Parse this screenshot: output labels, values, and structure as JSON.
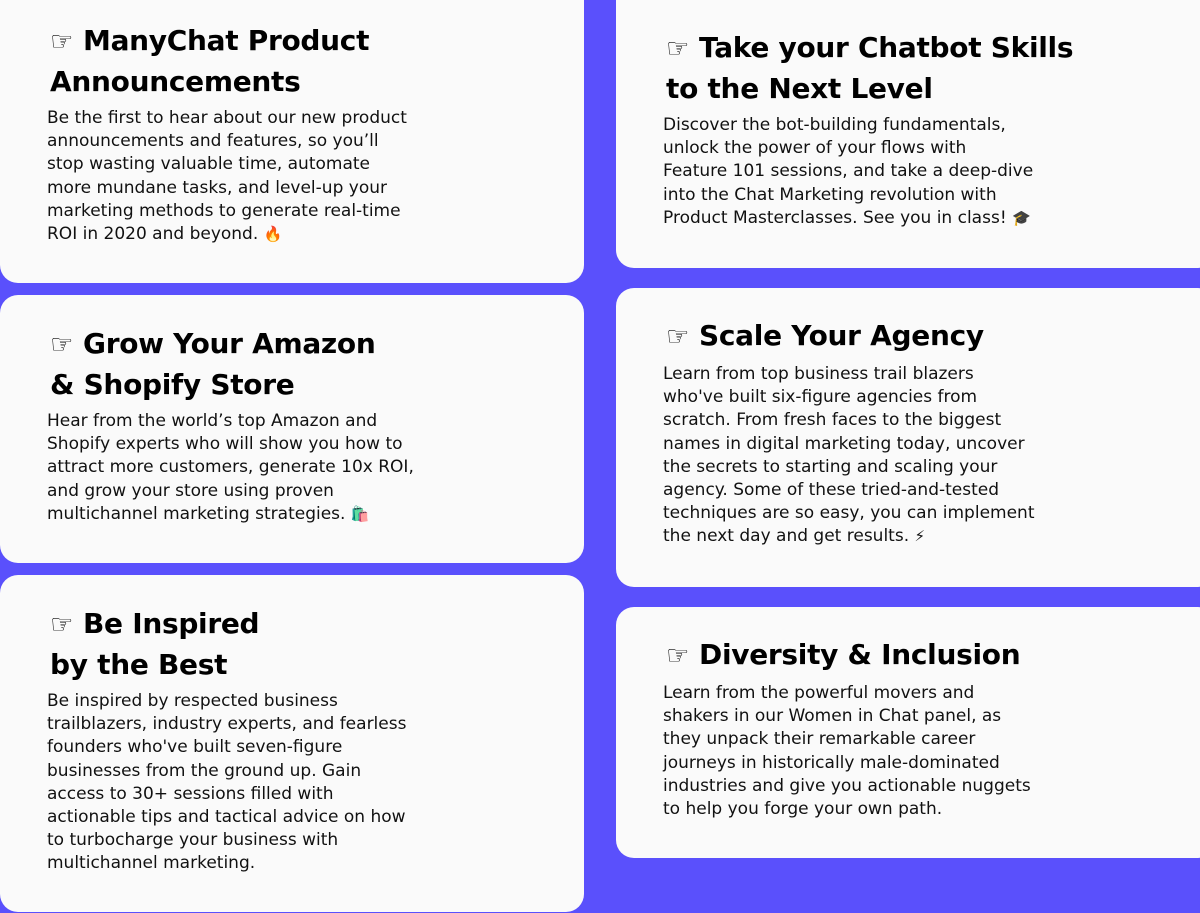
{
  "colors": {
    "background": "#5a50fc",
    "card": "#fafafa"
  },
  "icon": "pointing-hand-icon",
  "hand_glyph": "☞",
  "cards": [
    {
      "title": "ManyChat Product\nAnnouncements",
      "body": "Be the first to hear about our new product\nannouncements and features, so you’ll\nstop wasting valuable time, automate\nmore mundane tasks, and level-up your\nmarketing methods to generate real-time\nROI in 2020 and beyond.",
      "emoji": "🔥"
    },
    {
      "title": "Grow Your Amazon\n& Shopify Store",
      "body": "Hear from the world’s top Amazon and\nShopify experts who will show you how to\nattract more customers, generate 10x ROI,\nand grow your store using proven\nmultichannel marketing strategies.",
      "emoji": "🛍️"
    },
    {
      "title": "Be Inspired\nby the Best",
      "body": "Be inspired by respected business\ntrailblazers, industry experts, and fearless\nfounders who've built seven-figure\nbusinesses from the ground up. Gain\naccess to 30+ sessions filled with\nactionable tips and tactical advice on how\nto turbocharge your business with\nmultichannel marketing.",
      "emoji": ""
    },
    {
      "title": "Take your Chatbot Skills\nto the Next Level",
      "body": "Discover the bot-building fundamentals,\nunlock the power of your flows with\nFeature 101 sessions, and take a deep-dive\ninto the Chat Marketing revolution with\nProduct Masterclasses. See you in class!",
      "emoji": "🎓"
    },
    {
      "title": "Scale Your Agency",
      "body": "Learn from top business trail blazers\nwho've built six-figure agencies from\nscratch. From fresh faces to the biggest\nnames in digital marketing today, uncover\nthe secrets to starting and scaling your\nagency. Some of these tried-and-tested\ntechniques are so easy, you can implement\nthe next day and get results.",
      "emoji": "⚡"
    },
    {
      "title": "Diversity & Inclusion",
      "body": "Learn from the powerful movers and\nshakers in our Women in Chat panel, as\nthey unpack their remarkable career\njourneys in historically male-dominated\nindustries and give you actionable nuggets\nto help you forge your own path.",
      "emoji": ""
    }
  ]
}
